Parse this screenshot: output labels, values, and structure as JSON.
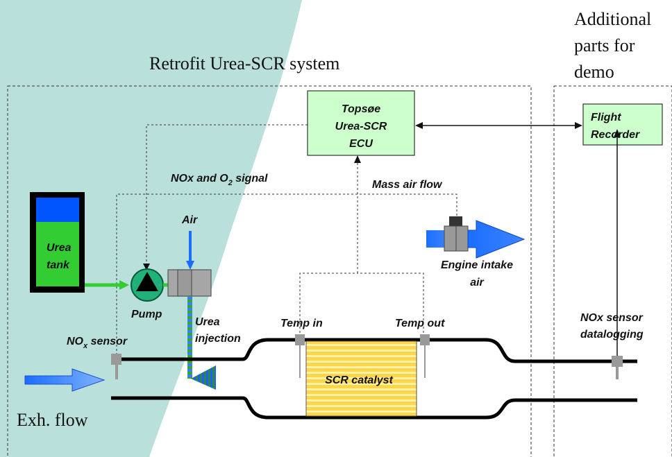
{
  "titles": {
    "system": "Retrofit Urea-SCR system",
    "additional": [
      "Additional",
      "parts for",
      "demo"
    ]
  },
  "ecu": [
    "Topsøe",
    "Urea-SCR",
    "ECU"
  ],
  "recorder": [
    "Flight",
    "Recorder"
  ],
  "signals": {
    "nox_o2": {
      "pre": "NOx and O",
      "sub": "2",
      "post": " signal"
    },
    "maf": "Mass air flow"
  },
  "components": {
    "air": "Air",
    "urea_tank": [
      "Urea",
      "tank"
    ],
    "pump": "Pump",
    "urea_injection": [
      "Urea",
      "injection"
    ],
    "nox_sensor": {
      "pre": "NO",
      "sub": "x",
      "post": " sensor"
    },
    "temp_in": "Temp in",
    "temp_out": "Temp out",
    "engine_intake": [
      "Engine intake",
      "air"
    ],
    "nox_datalogging": [
      "NOx sensor",
      "datalogging"
    ],
    "scr_catalyst": "SCR catalyst",
    "exh_flow": "Exh. flow"
  },
  "colors": {
    "background_shape": "#b9e0da",
    "box_fill": "#ccffcc",
    "urea_green": "#33cc33",
    "tank_top_blue": "#0055ff",
    "flow_blue": "#1a6eff",
    "catalyst_yellow": "#ffd54a",
    "sensor_gray": "#999999"
  }
}
